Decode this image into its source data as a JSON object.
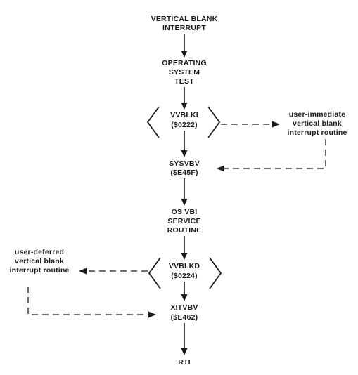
{
  "nodes": {
    "vbi": {
      "lines": [
        "VERTICAL BLANK",
        "INTERRUPT"
      ]
    },
    "os_test": {
      "lines": [
        "OPERATING",
        "SYSTEM",
        "TEST"
      ]
    },
    "vvblki": {
      "lines": [
        "VVBLKI",
        "($0222)"
      ]
    },
    "user_immediate": {
      "lines": [
        "user-immediate",
        "vertical blank",
        "interrupt routine"
      ]
    },
    "sysvbv": {
      "lines": [
        "SYSVBV",
        "($E45F)"
      ]
    },
    "os_vbi_service": {
      "lines": [
        "OS VBI",
        "SERVICE",
        "ROUTINE"
      ]
    },
    "vvblkd": {
      "lines": [
        "VVBLKD",
        "($0224)"
      ]
    },
    "user_deferred": {
      "lines": [
        "user-deferred",
        "vertical blank",
        "interrupt routine"
      ]
    },
    "xitvbv": {
      "lines": [
        "XITVBV",
        "($E462)"
      ]
    },
    "rti": {
      "lines": [
        "RTI"
      ]
    }
  },
  "colors": {
    "ink": "#1a1a1a",
    "background": "#ffffff"
  }
}
